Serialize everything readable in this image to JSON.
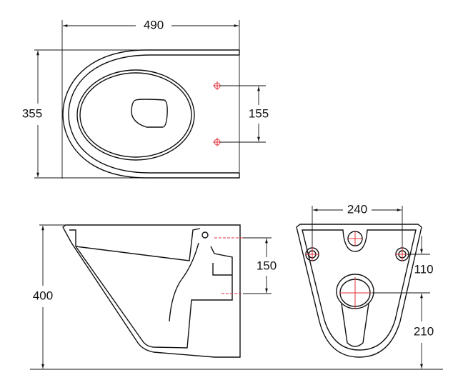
{
  "dimensions": {
    "top_width": "490",
    "top_depth": "355",
    "fixing_spacing": "155",
    "side_height": "400",
    "side_inlet_outlet": "150",
    "front_fixing_width": "240",
    "front_fixing_offset": "110",
    "front_outlet_height": "210"
  },
  "colors": {
    "line": "#111111",
    "centerline": "#e0303a"
  }
}
